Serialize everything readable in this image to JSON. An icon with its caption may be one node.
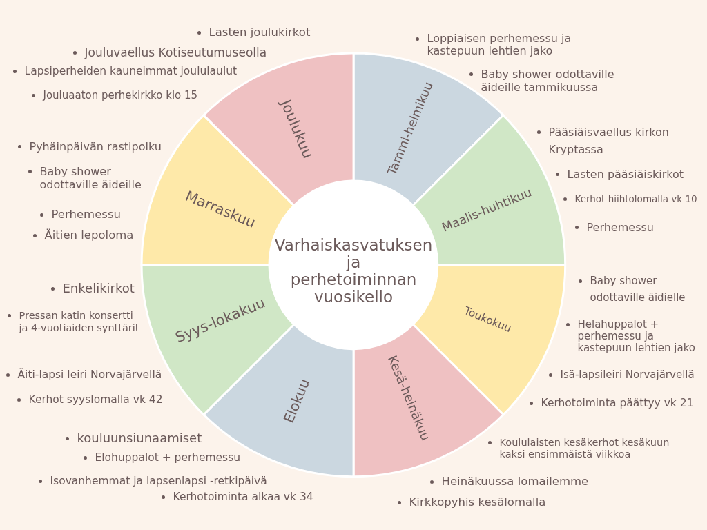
{
  "diagram": {
    "nodes": [
      {
        "text": [
          "Varhaiskasvatuksen ja perhetoiminnan vuosikello"
        ]
      },
      {
        "text": [
          "Tammi-helmikuu"
        ],
        "beside": [
          "Loppiaisen perhemessu ja kastepuun lehtien jako",
          "Baby shower odottaville äideille tammikuussa"
        ]
      },
      {
        "text": [
          "Maalis-huhtikuu"
        ],
        "beside": [
          "Pääsiäisvaellus kirkon Kryptassa",
          "Lasten pääsiäiskirkot",
          "Kerhot hiihtolomalla vk 10",
          "Perhemessu"
        ]
      },
      {
        "text": [
          "Toukokuu"
        ],
        "beside": [
          "Baby shower odottaville äidielle",
          "Helahuppalot + perhemessu ja kastepuun lehtien jako",
          "Isä-lapsileiri Norvajärvellä",
          "Kerhotoiminta päättyy vk 21"
        ]
      },
      {
        "text": [
          "Kesä-heinäkuu"
        ],
        "beside": [
          "Koululaisten kesäkerhot kesäkuun kaksi ensimmäistä viikkoa",
          "Heinäkuussa lomailemme",
          "Kirkkopyhis kesälomalla"
        ]
      },
      {
        "text": [
          "Elokuu"
        ],
        "beside": [
          "kouluunsiunaamiset",
          "Elohuppalot + perhemessu",
          "Isovanhemmat ja lapsenlapsi -retkipäivä",
          "Kerhotoiminta alkaa vk 34"
        ]
      },
      {
        "text": [
          "Syys-lokakuu"
        ],
        "beside": [
          "Enkelikirkot",
          "Pressan katin konsertti ja 4-vuotiaiden synttärit",
          "Äiti-lapsi leiri Norvajärvellä",
          "Kerhot syyslomalla vk 42"
        ]
      },
      {
        "text": [
          "Marraskuu"
        ],
        "beside": [
          "Pyhäinpäivän rastipolku",
          "Baby shower odottaville äideille",
          "Perhemessu",
          "Äitien lepoloma"
        ]
      },
      {
        "text": [
          "Joulukuu"
        ],
        "beside": [
          "Lasten joulukirkot",
          "Jouluvaellus Kotiseutumuseolla",
          "Lapsiperheiden kauneimmat joululaulut",
          "Jouluaaton perhekirkko klo 15"
        ]
      }
    ]
  }
}
